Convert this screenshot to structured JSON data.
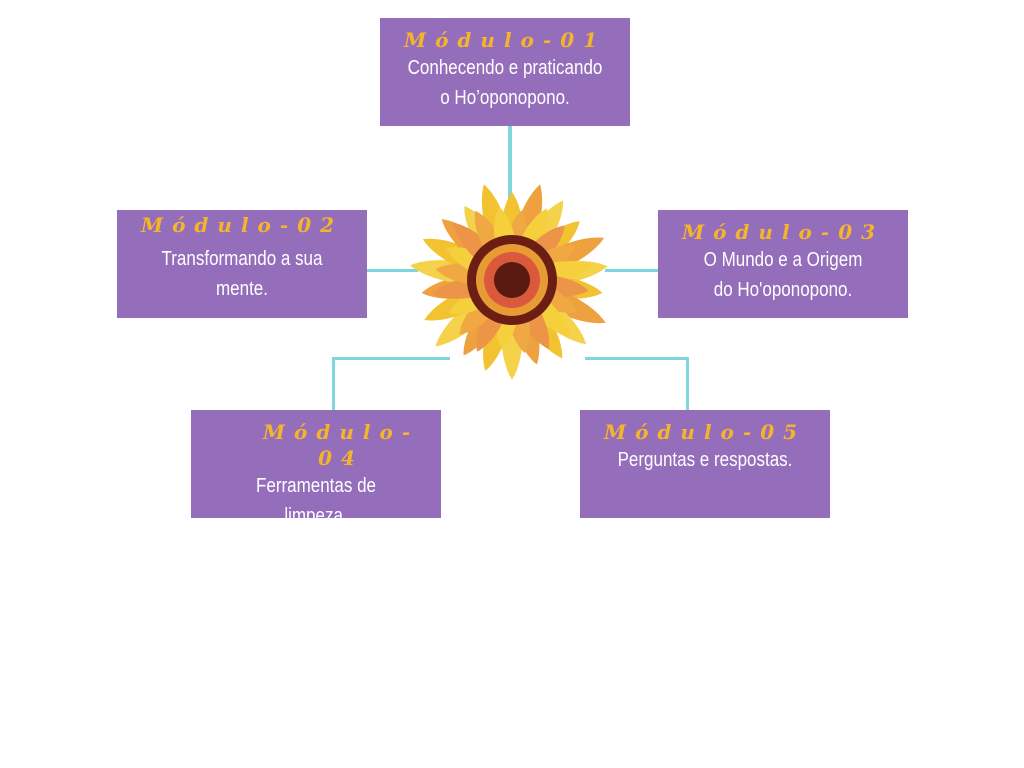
{
  "modules": [
    {
      "title": "Módulo-01",
      "description": "Conhecendo e praticando o Ho’oponopono."
    },
    {
      "title": "Módulo-02",
      "description": "Transformando a sua mente."
    },
    {
      "title": "Módulo-03",
      "description": "O Mundo e a Origem do Ho'oponopono."
    },
    {
      "title": "Módulo-04",
      "description": "Ferramentas de limpeza."
    },
    {
      "title": "Módulo-05",
      "description": "Perguntas e respostas."
    }
  ],
  "colors": {
    "box": "#946dbb",
    "title": "#f5b52a",
    "connector": "#7fd6db"
  }
}
